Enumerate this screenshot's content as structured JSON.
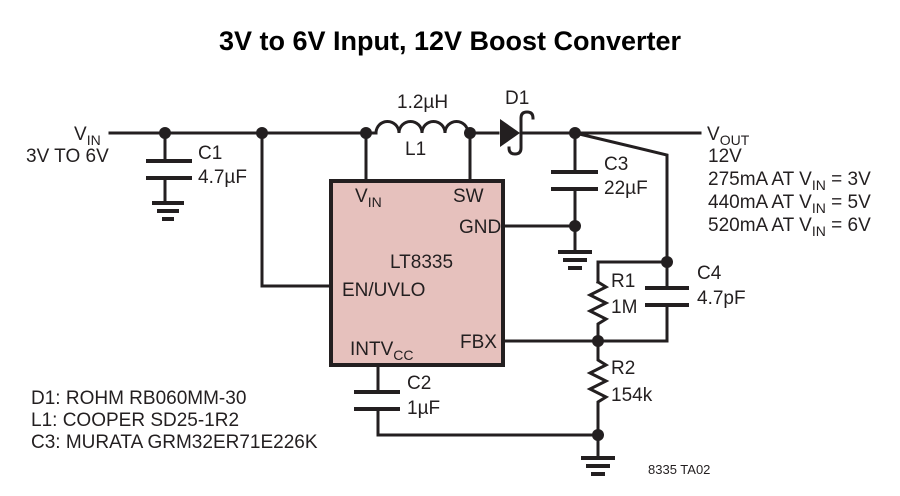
{
  "title": "3V to 6V Input, 12V Boost Converter",
  "colors": {
    "ic_fill": "#e6c1bd",
    "wire": "#231f20"
  },
  "input": {
    "label_main": "V",
    "label_sub": "IN",
    "range": "3V TO 6V"
  },
  "output": {
    "label_main": "V",
    "label_sub": "OUT",
    "voltage": "12V",
    "currents": [
      {
        "current": "275mA AT V",
        "sub": "IN",
        "cond": " = 3V"
      },
      {
        "current": "440mA AT V",
        "sub": "IN",
        "cond": " = 5V"
      },
      {
        "current": "520mA AT V",
        "sub": "IN",
        "cond": " = 6V"
      }
    ]
  },
  "ic": {
    "name": "LT8335",
    "pins": {
      "vin_main": "V",
      "vin_sub": "IN",
      "sw": "SW",
      "gnd": "GND",
      "en": "EN/UVLO",
      "intvcc_main": "INTV",
      "intvcc_sub": "CC",
      "fbx": "FBX"
    }
  },
  "components": {
    "c1": {
      "ref": "C1",
      "value": "4.7µF"
    },
    "c2": {
      "ref": "C2",
      "value": "1µF"
    },
    "c3": {
      "ref": "C3",
      "value": "22µF"
    },
    "c4": {
      "ref": "C4",
      "value": "4.7pF"
    },
    "l1": {
      "ref": "L1",
      "value": "1.2µH"
    },
    "d1": {
      "ref": "D1"
    },
    "r1": {
      "ref": "R1",
      "value": "1M"
    },
    "r2": {
      "ref": "R2",
      "value": "154k"
    }
  },
  "bom_notes": [
    "D1: ROHM RB060MM-30",
    "L1: COOPER SD25-1R2",
    "C3: MURATA GRM32ER71E226K"
  ],
  "figure_id": "8335 TA02"
}
